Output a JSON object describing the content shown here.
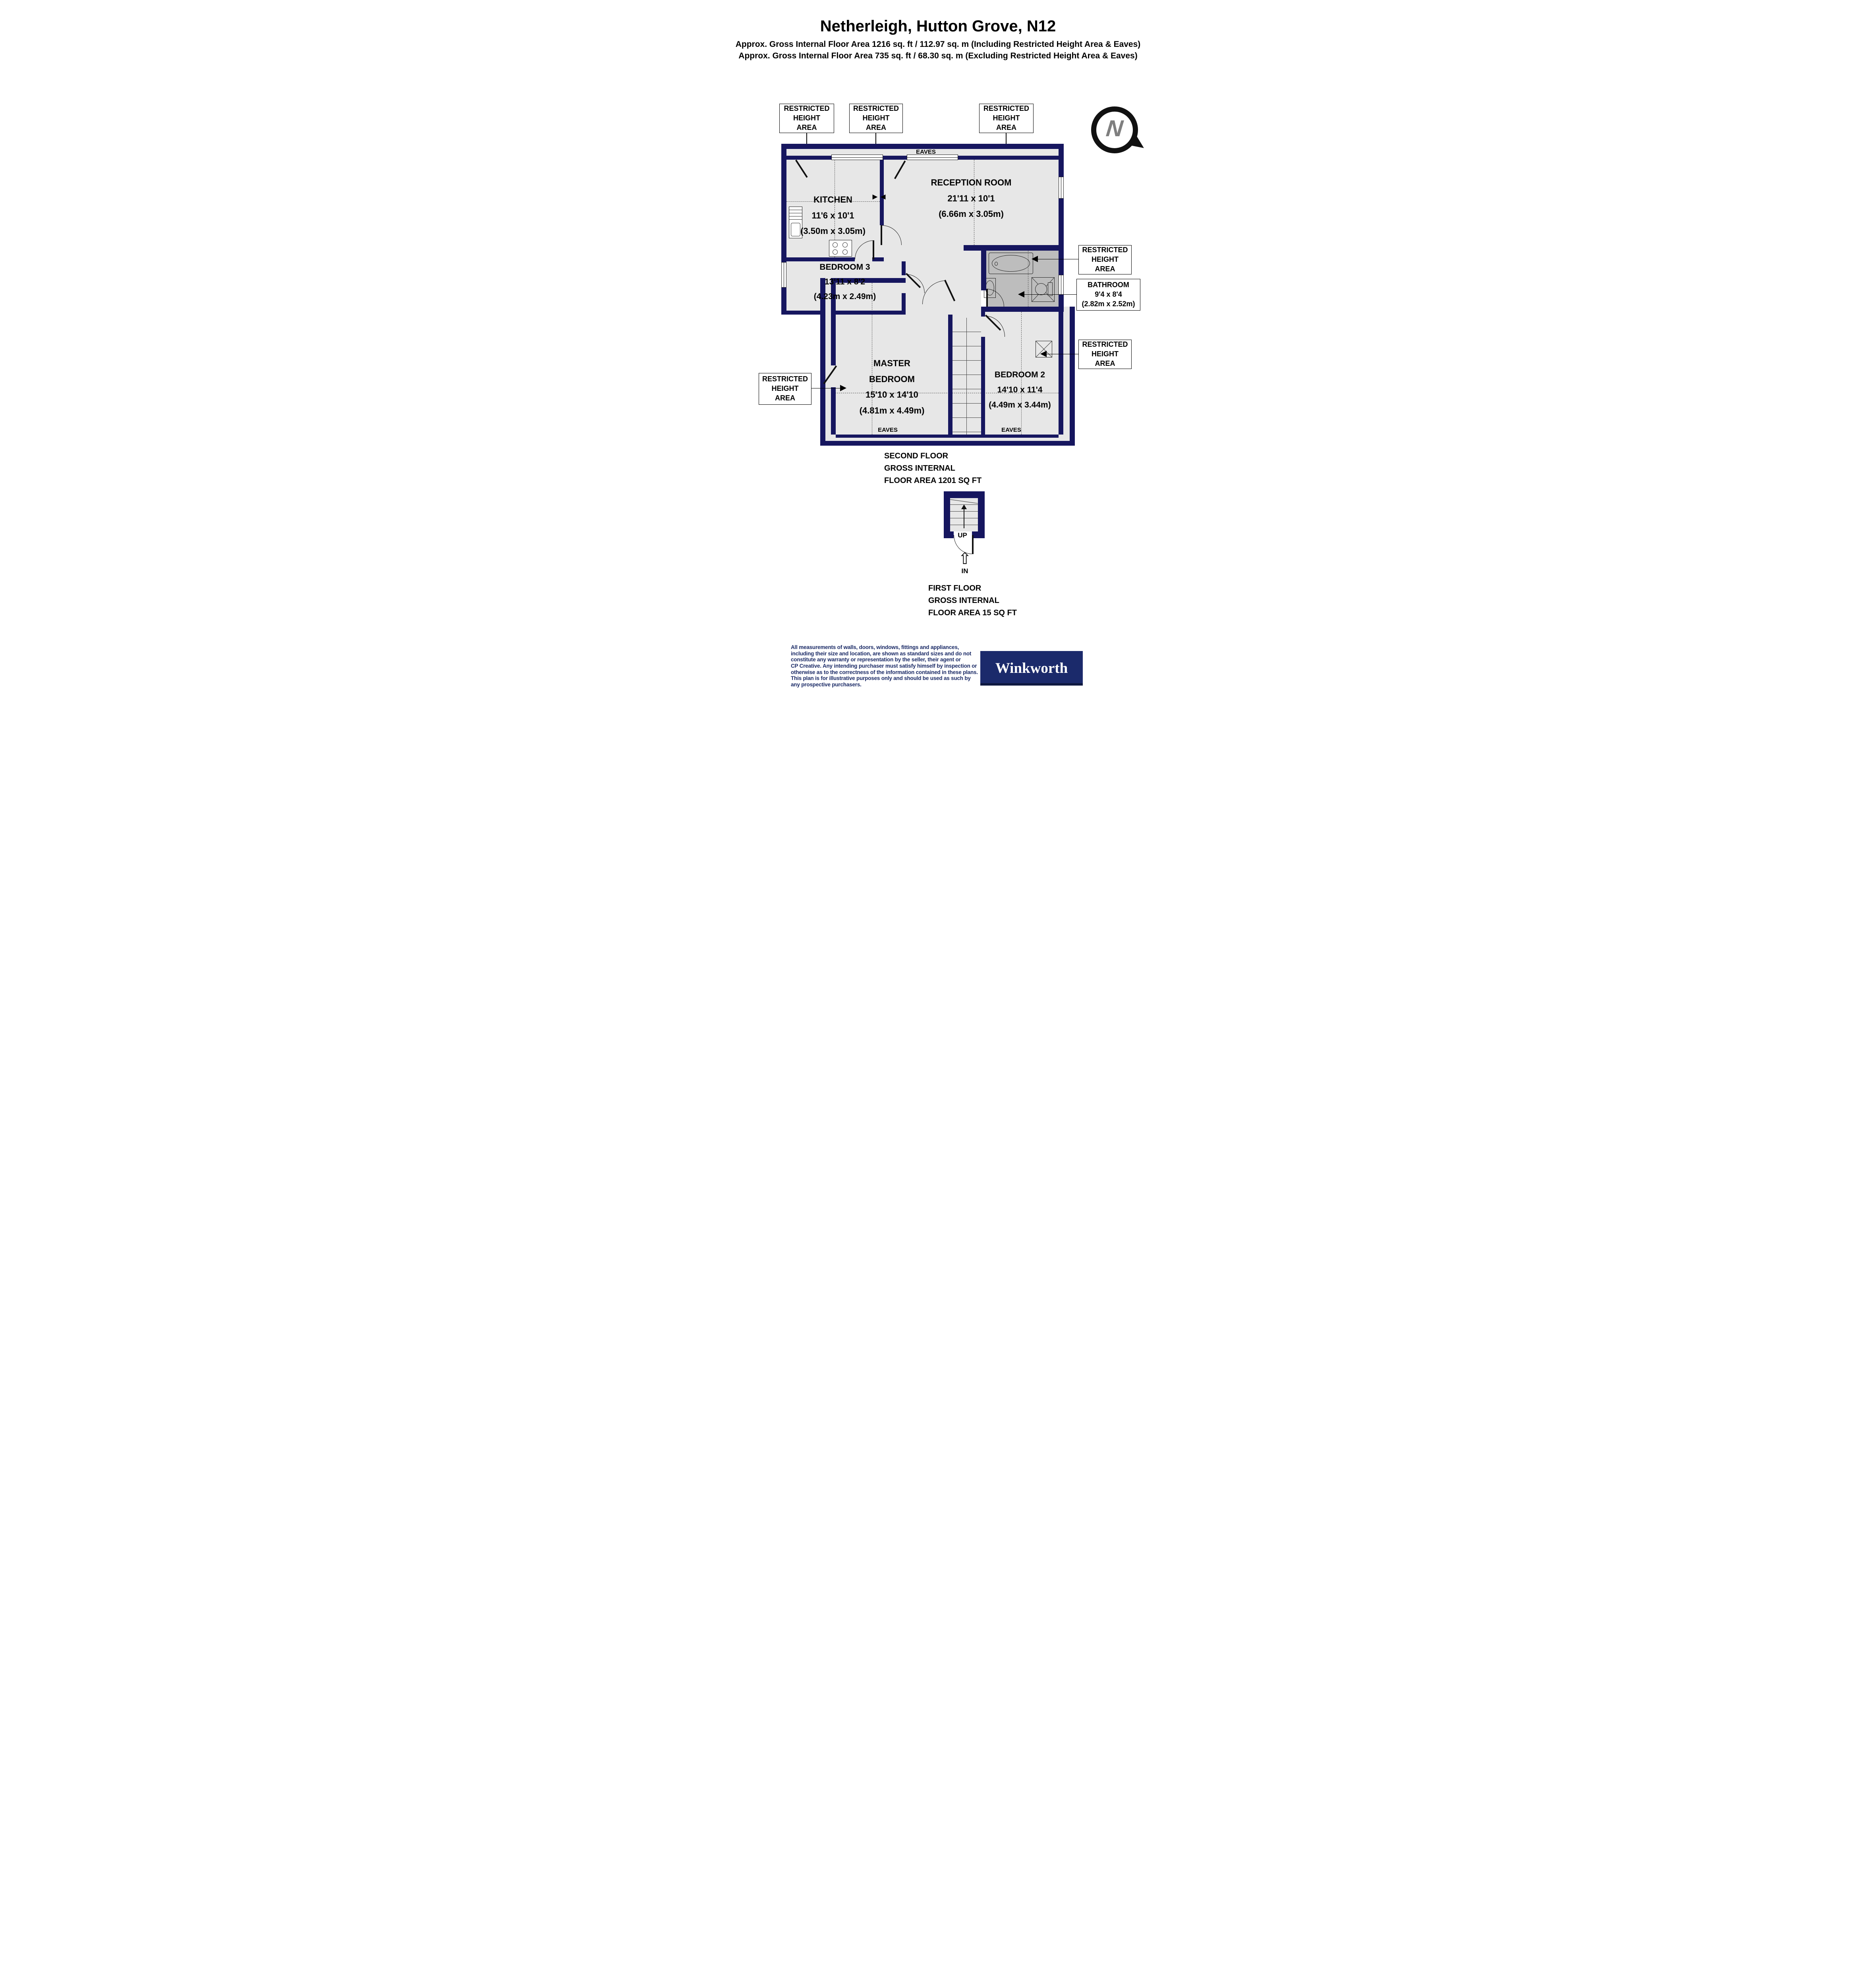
{
  "header": {
    "title": "Netherleigh, Hutton Grove, N12",
    "subtitle_including": "Approx. Gross Internal Floor Area 1216 sq. ft / 112.97 sq. m (Including Restricted Height Area & Eaves)",
    "subtitle_excluding": "Approx. Gross Internal Floor Area 735 sq. ft / 68.30 sq. m (Excluding Restricted Height Area & Eaves)"
  },
  "compass": {
    "north_label": "N"
  },
  "labels": {
    "eaves": "EAVES",
    "restricted_area": [
      "RESTRICTED",
      "HEIGHT",
      "AREA"
    ],
    "up": "UP",
    "in": "IN"
  },
  "rooms": {
    "kitchen": {
      "name": "KITCHEN",
      "size_imperial": "11'6 x 10'1",
      "size_metric": "(3.50m x 3.05m)"
    },
    "reception": {
      "name": "RECEPTION ROOM",
      "size_imperial": "21'11 x 10'1",
      "size_metric": "(6.66m x 3.05m)"
    },
    "bedroom3": {
      "name": "BEDROOM 3",
      "size_imperial": "13'11 x 8'2",
      "size_metric": "(4.23m x 2.49m)"
    },
    "bathroom": {
      "name": "BATHROOM",
      "size_imperial": "9'4 x 8'4",
      "size_metric": "(2.82m x 2.52m)"
    },
    "master": {
      "name_line1": "MASTER",
      "name_line2": "BEDROOM",
      "size_imperial": "15'10 x 14'10",
      "size_metric": "(4.81m x 4.49m)"
    },
    "bedroom2": {
      "name": "BEDROOM 2",
      "size_imperial": "14'10 x 11'4",
      "size_metric": "(4.49m x 3.44m)"
    }
  },
  "floor_summaries": {
    "second": [
      "SECOND FLOOR",
      "GROSS INTERNAL",
      "FLOOR AREA 1201 SQ FT"
    ],
    "first": [
      "FIRST FLOOR",
      "GROSS INTERNAL",
      "FLOOR AREA 15 SQ FT"
    ]
  },
  "disclaimer": {
    "lines": [
      "All measurements of walls, doors, windows, fittings and appliances,",
      "including their size and location, are shown as standard sizes and do not",
      "constitute any warranty or representation by the seller, their agent or",
      "CP Creative. Any intending purchaser must satisfy himself by inspection or",
      "otherwise as to the correctness of the information contained in these plans.",
      "This plan is for illustrative purposes only and should be used as such by",
      "any prospective purchasers."
    ]
  },
  "brand": {
    "logo_text": "Winkworth"
  },
  "colors": {
    "wall_navy": "#16165f",
    "floor_gray": "#e7e7e7",
    "restricted_gray": "#bdbdbd",
    "brand_navy": "#1b2a6b",
    "disclaimer_navy": "#1a2a66"
  }
}
